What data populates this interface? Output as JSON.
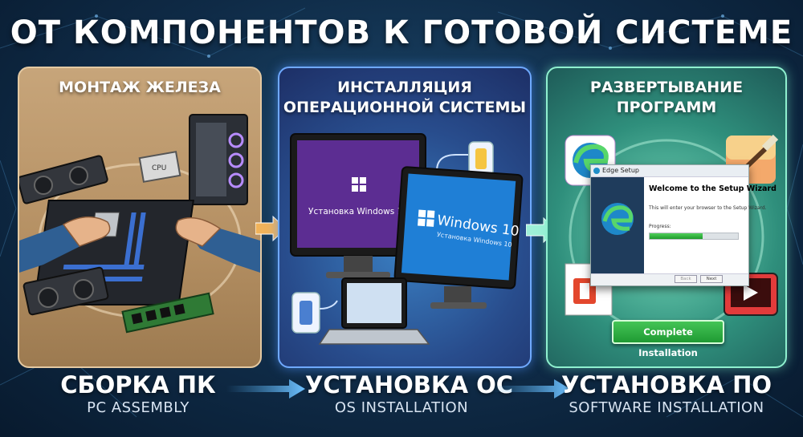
{
  "main_title": "ОТ КОМПОНЕНТОВ К ГОТОВОЙ СИСТЕМЕ",
  "panels": [
    {
      "title_lines": [
        "МОНТАЖ ЖЕЛЕЗА"
      ]
    },
    {
      "title_lines": [
        "ИНСТАЛЛЯЦИЯ",
        "ОПЕРАЦИОННОЙ СИСТЕМЫ"
      ]
    },
    {
      "title_lines": [
        "РАЗВЕРТЫВАНИЕ",
        "ПРОГРАММ"
      ]
    }
  ],
  "steps": [
    {
      "ru": "СБОРКА ПК",
      "en": "PC ASSEMBLY"
    },
    {
      "ru": "УСТАНОВКА ОС",
      "en": "OS INSTALLATION"
    },
    {
      "ru": "УСТАНОВКА ПО",
      "en": "SOFTWARE INSTALLATION"
    }
  ],
  "hardware": {
    "cpu_label": "CPU"
  },
  "os": {
    "win11_text": "Установка Windows 11",
    "win10_logo": "Windows 10",
    "win10_sub": "Установка Windows 10"
  },
  "wizard": {
    "window_title": "Edge Setup",
    "heading": "Welcome to the Setup Wizard",
    "text": "This will enter your browser to the Setup Wizard.",
    "progress_label": "Progress:",
    "progress": 0.6,
    "back_label": "Back",
    "next_label": "Next"
  },
  "complete_button": "Complete Installation",
  "colors": {
    "background": "#0f2b47",
    "hardware_panel": "#b48f62",
    "os_panel": "#284c8c",
    "software_panel": "#2f8f7c",
    "accent_green": "#1f9a33"
  }
}
